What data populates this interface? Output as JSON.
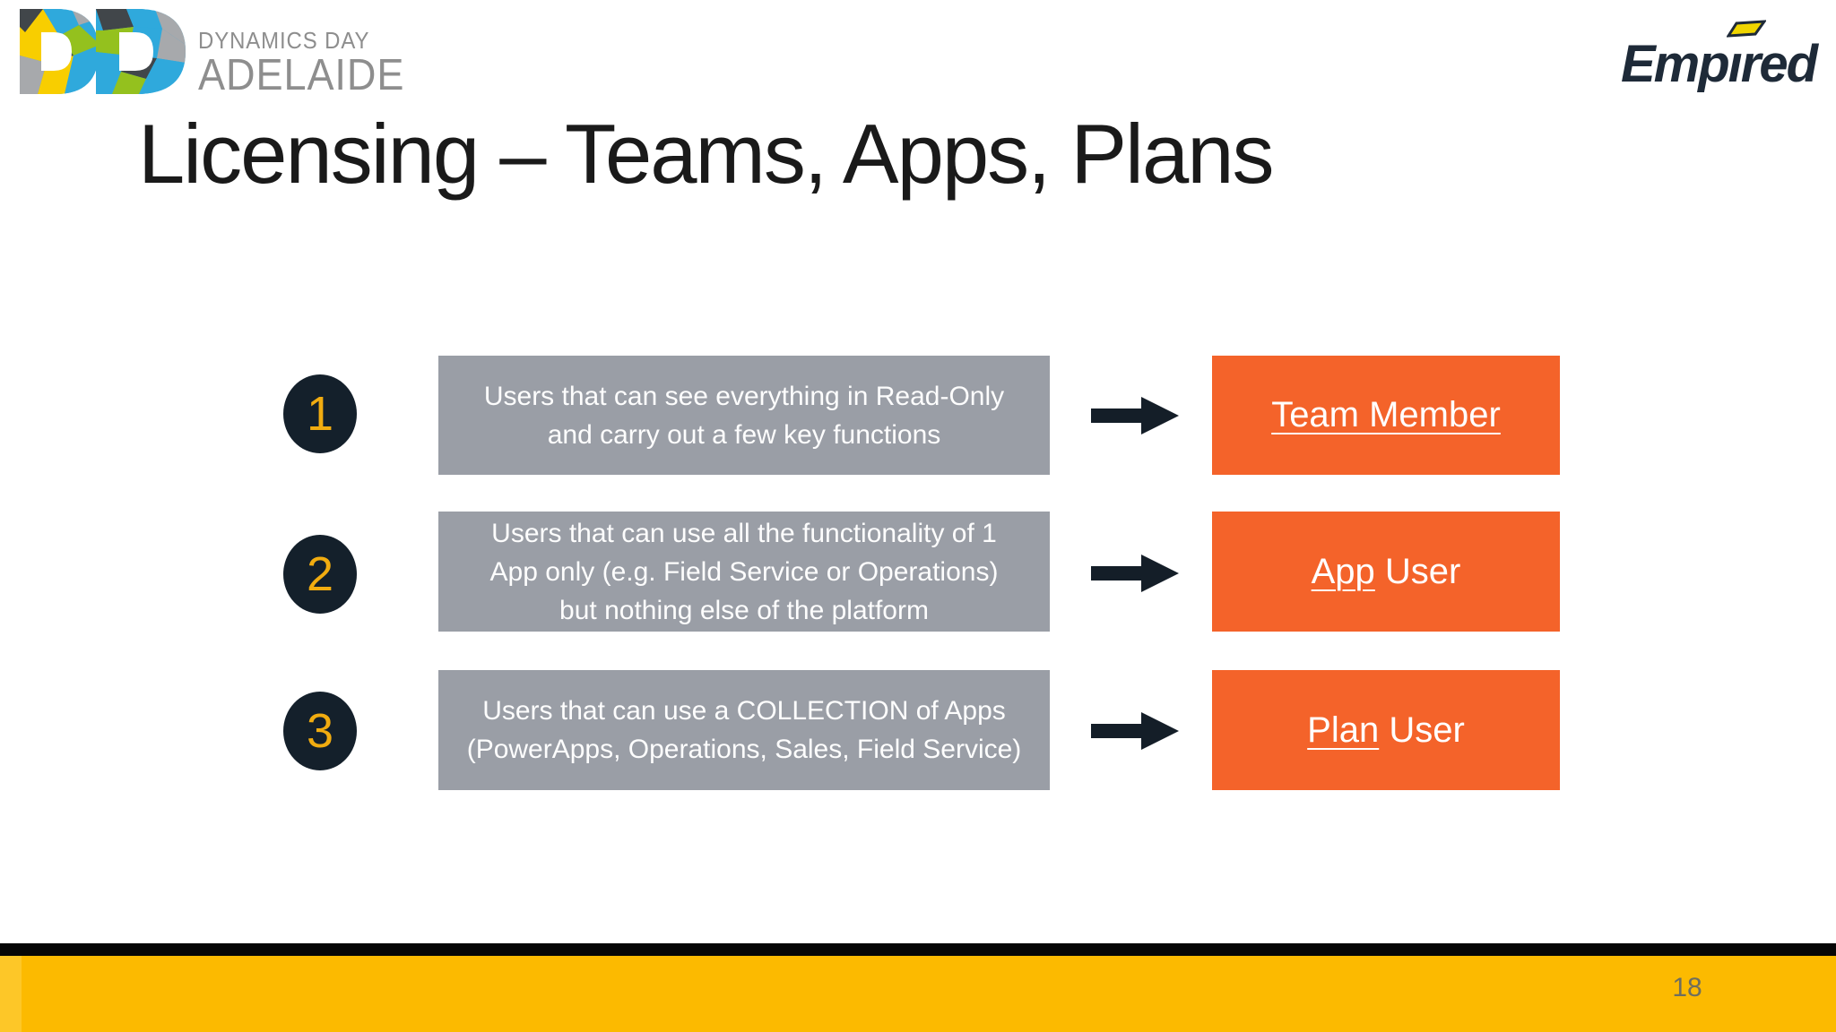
{
  "slide": {
    "title": "Licensing – Teams, Apps, Plans",
    "page_number": "18"
  },
  "logos": {
    "dynamics_day": {
      "line1": "DYNAMICS DAY",
      "line2": "ADELAIDE"
    },
    "empired": {
      "name": "Empired",
      "display": "Empıred"
    }
  },
  "rows": [
    {
      "number": "1",
      "description": "Users that can see everything in Read-Only\nand carry out a few key functions",
      "label_em": "Team Member",
      "label_rest": ""
    },
    {
      "number": "2",
      "description": "Users that can use all the functionality of 1\nApp only (e.g. Field Service or Operations)\nbut nothing else of the platform",
      "label_em": "App",
      "label_rest": " User"
    },
    {
      "number": "3",
      "description": "Users that can use a COLLECTION of Apps\n(PowerApps, Operations, Sales, Field Service)",
      "label_em": "Plan",
      "label_rest": " User"
    }
  ],
  "colors": {
    "accent_orange": "#f4632a",
    "box_gray": "#9a9ea6",
    "circle_navy": "#14202b",
    "number_gold": "#f1ac10",
    "footer_yellow": "#fcba00",
    "footer_black": "#060606",
    "empired_navy": "#1e2a38",
    "logo_text_gray": "#8e8e8e"
  }
}
